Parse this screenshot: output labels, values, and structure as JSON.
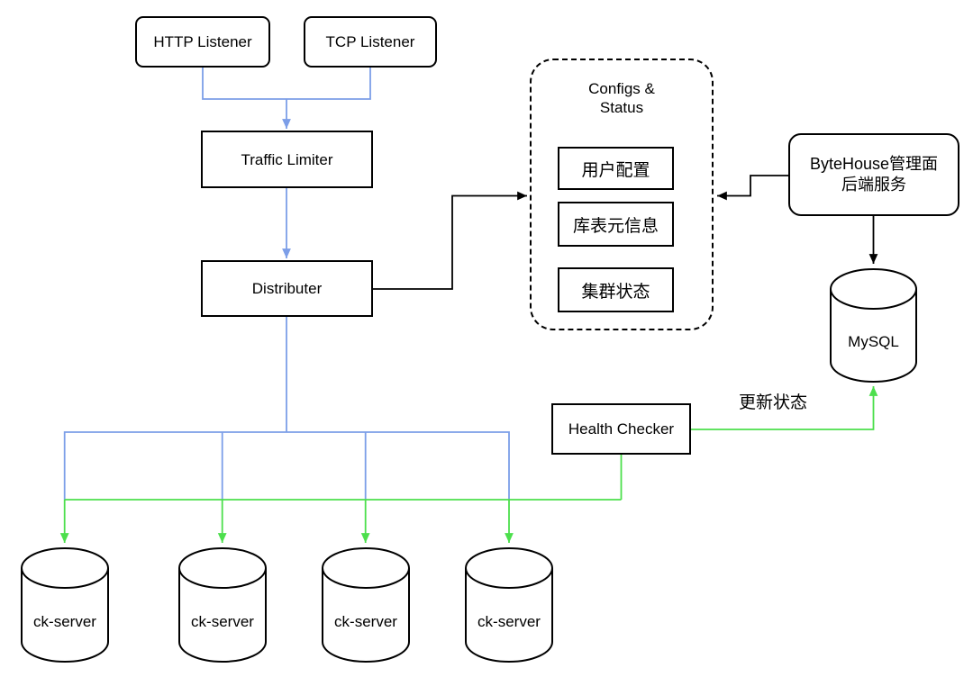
{
  "diagram": {
    "background": "#ffffff",
    "colors": {
      "box_border": "#000000",
      "flow_line_blue": "#7c9ee8",
      "health_line_green": "#4cdf4c",
      "control_line_black": "#000000"
    },
    "nodes": {
      "http_listener": {
        "label": "HTTP Listener"
      },
      "tcp_listener": {
        "label": "TCP Listener"
      },
      "traffic_limiter": {
        "label": "Traffic Limiter"
      },
      "distributer": {
        "label": "Distributer"
      },
      "configs_status": {
        "title_line1": "Configs &",
        "title_line2": "Status",
        "items": [
          {
            "label": "用户配置"
          },
          {
            "label": "库表元信息"
          },
          {
            "label": "集群状态"
          }
        ]
      },
      "bytehouse_backend": {
        "label_line1": "ByteHouse管理面",
        "label_line2": "后端服务"
      },
      "mysql": {
        "label": "MySQL"
      },
      "health_checker": {
        "label": "Health Checker"
      },
      "ck_servers": [
        {
          "label": "ck-server"
        },
        {
          "label": "ck-server"
        },
        {
          "label": "ck-server"
        },
        {
          "label": "ck-server"
        }
      ]
    },
    "edge_labels": {
      "update_status": "更新状态"
    }
  }
}
